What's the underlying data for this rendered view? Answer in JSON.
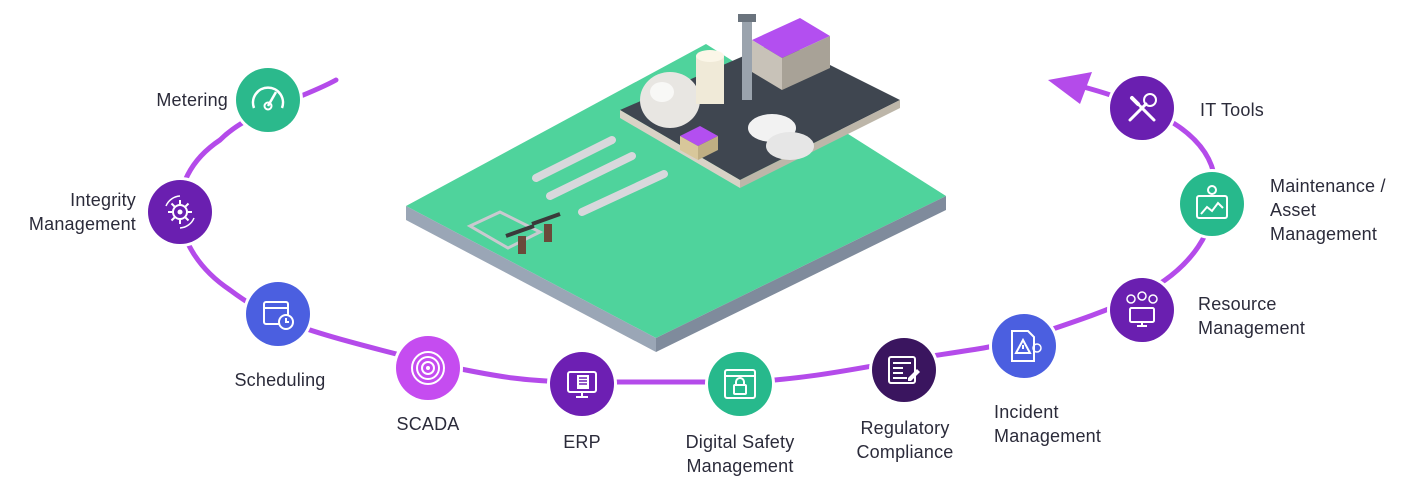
{
  "colors": {
    "path": "#b44bea",
    "teal": "#27b98c",
    "purple": "#6d1fb3",
    "blue": "#4b5fe0",
    "magenta": "#c54cf0",
    "dark_purple": "#3a155f",
    "ground": "#4fd39c"
  },
  "steps": [
    {
      "key": "metering",
      "label": "Metering",
      "icon": "gauge-icon",
      "color": "#2bb98c"
    },
    {
      "key": "integrity",
      "label": "Integrity\nManagement",
      "icon": "gear-cycle-icon",
      "color": "#6a1fb0"
    },
    {
      "key": "scheduling",
      "label": "Scheduling",
      "icon": "calendar-clock-icon",
      "color": "#4b5fe0"
    },
    {
      "key": "scada",
      "label": "SCADA",
      "icon": "signal-rings-icon",
      "color": "#c54cf0"
    },
    {
      "key": "erp",
      "label": "ERP",
      "icon": "monitor-document-icon",
      "color": "#6d1fb3"
    },
    {
      "key": "digital_safety",
      "label": "Digital Safety\nManagement",
      "icon": "browser-lock-icon",
      "color": "#27b98c"
    },
    {
      "key": "regulatory",
      "label": "Regulatory\nCompliance",
      "icon": "document-pen-icon",
      "color": "#3a155f"
    },
    {
      "key": "incident",
      "label": "Incident\nManagement",
      "icon": "warning-document-icon",
      "color": "#4b5fe0"
    },
    {
      "key": "resource",
      "label": "Resource\nManagement",
      "icon": "team-monitor-icon",
      "color": "#6a1fb0"
    },
    {
      "key": "maintenance",
      "label": "Maintenance /\nAsset\nManagement",
      "icon": "analytics-gear-icon",
      "color": "#27b98c"
    },
    {
      "key": "it_tools",
      "label": "IT Tools",
      "icon": "wrench-screwdriver-icon",
      "color": "#6a1fb0"
    }
  ]
}
